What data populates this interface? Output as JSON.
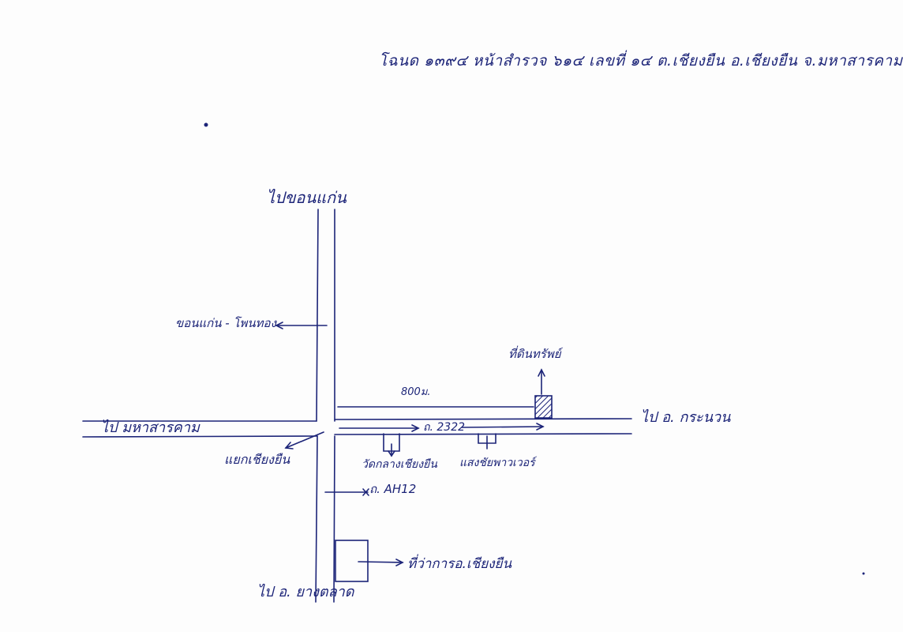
{
  "header": {
    "title": "โฉนด ๑๓๙๔ หน้าสำรวจ ๖๑๔ เลขที่ ๑๔ ต.เชียงยืน อ.เชียงยืน จ.มหาสารคาม"
  },
  "labels": {
    "north": "ไปขอนแก่น",
    "khonkaen_road": "ขอนแก่น - โพนทอง",
    "west": "ไป มหาสารคาม",
    "east": "ไป อ. กระนวน",
    "distance": "800ม.",
    "road_2322": "ถ. 2322",
    "junction": "แยกเชียงยืน",
    "temple": "วัดกลางเชียงยืน",
    "station": "แสงชัยพาวเวอร์",
    "ah12": "ถ. AH12",
    "district_office": "ที่ว่าการอ.เชียงยืน",
    "land": "ที่ดินทรัพย์",
    "south": "ไป อ. ยางตลาด"
  },
  "colors": {
    "ink": "#1c2478",
    "paper": "#fdfdfd"
  }
}
